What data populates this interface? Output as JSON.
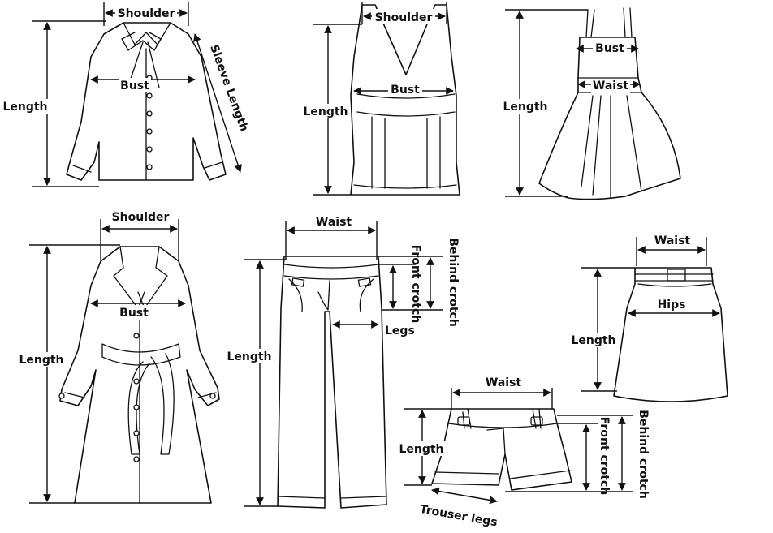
{
  "labels": {
    "shirt": {
      "shoulder": "Shoulder",
      "bust": "Bust",
      "length": "Length",
      "sleeve": "Sleeve Length"
    },
    "vest": {
      "shoulder": "Shoulder",
      "bust": "Bust",
      "length": "Length"
    },
    "dress": {
      "bust": "Bust",
      "waist": "Waist",
      "length": "Length"
    },
    "coat": {
      "shoulder": "Shoulder",
      "bust": "Bust",
      "length": "Length"
    },
    "pants": {
      "waist": "Waist",
      "length": "Length",
      "front_crotch": "Front crotch",
      "behind_crotch": "Behind crotch",
      "legs": "Legs"
    },
    "skirt": {
      "waist": "Waist",
      "hips": "Hips",
      "length": "Length"
    },
    "shorts": {
      "waist": "Waist",
      "length": "Length",
      "front_crotch": "Front crotch",
      "behind_crotch": "Behind crotch",
      "trouser_legs": "Trouser legs"
    }
  }
}
